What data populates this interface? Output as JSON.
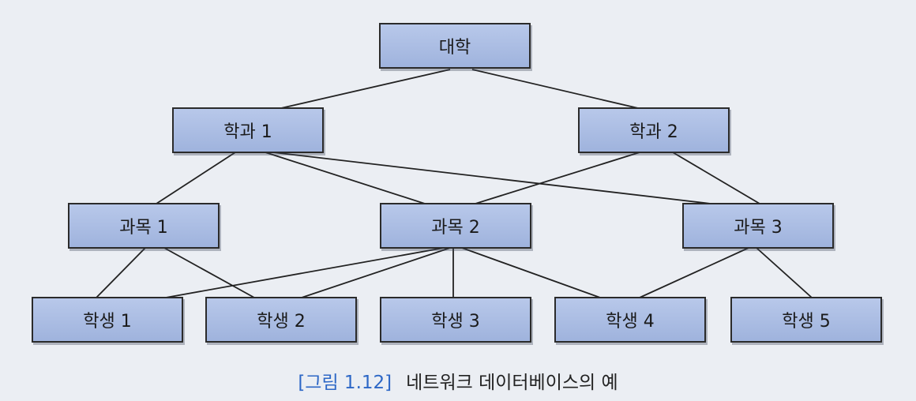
{
  "nodes": {
    "root": "대학",
    "dept1": "학과 1",
    "dept2": "학과 2",
    "course1": "과목 1",
    "course2": "과목 2",
    "course3": "과목 3",
    "student1": "학생 1",
    "student2": "학생 2",
    "student3": "학생 3",
    "student4": "학생 4",
    "student5": "학생 5"
  },
  "edges": [
    [
      "root",
      "dept1"
    ],
    [
      "root",
      "dept2"
    ],
    [
      "dept1",
      "course1"
    ],
    [
      "dept1",
      "course2"
    ],
    [
      "dept1",
      "course3"
    ],
    [
      "dept2",
      "course2"
    ],
    [
      "dept2",
      "course3"
    ],
    [
      "course1",
      "student1"
    ],
    [
      "course1",
      "student2"
    ],
    [
      "course2",
      "student1"
    ],
    [
      "course2",
      "student2"
    ],
    [
      "course2",
      "student3"
    ],
    [
      "course2",
      "student4"
    ],
    [
      "course3",
      "student4"
    ],
    [
      "course3",
      "student5"
    ]
  ],
  "caption": {
    "label": "[그림 1.12]",
    "text": "네트워크 데이터베이스의 예"
  }
}
